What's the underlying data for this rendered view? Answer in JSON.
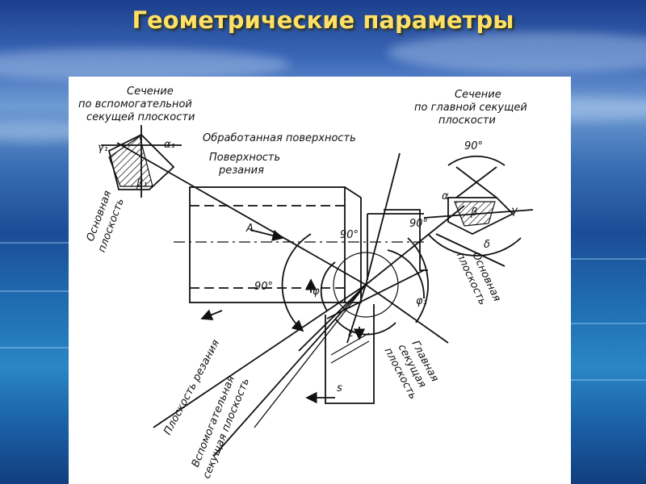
{
  "slide": {
    "title": "Геометрические параметры"
  },
  "diagram": {
    "section_aux": [
      "Сечение",
      "по вспомогательной",
      "секущей плоскости"
    ],
    "section_main": [
      "Сечение",
      "по главной секущей",
      "плоскости"
    ],
    "machined_surface": "Обработанная поверхность",
    "cutting_surface": [
      "Поверхность",
      "резания"
    ],
    "base_plane_left": [
      "Основная",
      "плоскость"
    ],
    "base_plane_right": [
      "Основная",
      "плоскость"
    ],
    "cutting_plane": "Плоскость резания",
    "aux_cutting_plane": [
      "Вспомогательная",
      "секущая плоскость"
    ],
    "main_cutting_plane": [
      "Главная",
      "секущая",
      "плоскость"
    ],
    "angle_gamma1": "γ₁",
    "angle_alpha1": "α₁",
    "angle_beta1": "β₁",
    "angle_alpha": "α",
    "angle_beta": "β",
    "angle_gamma": "γ",
    "angle_delta": "δ",
    "angle_90_right": "90°",
    "angle_90_top": "90°",
    "angle_90_mid": "90°",
    "angle_90_left": "90°",
    "angle_phi": "φ",
    "angle_phi1": "φ₁",
    "angle_epsilon": "ε",
    "point_A": "A",
    "feed_s": "s"
  }
}
